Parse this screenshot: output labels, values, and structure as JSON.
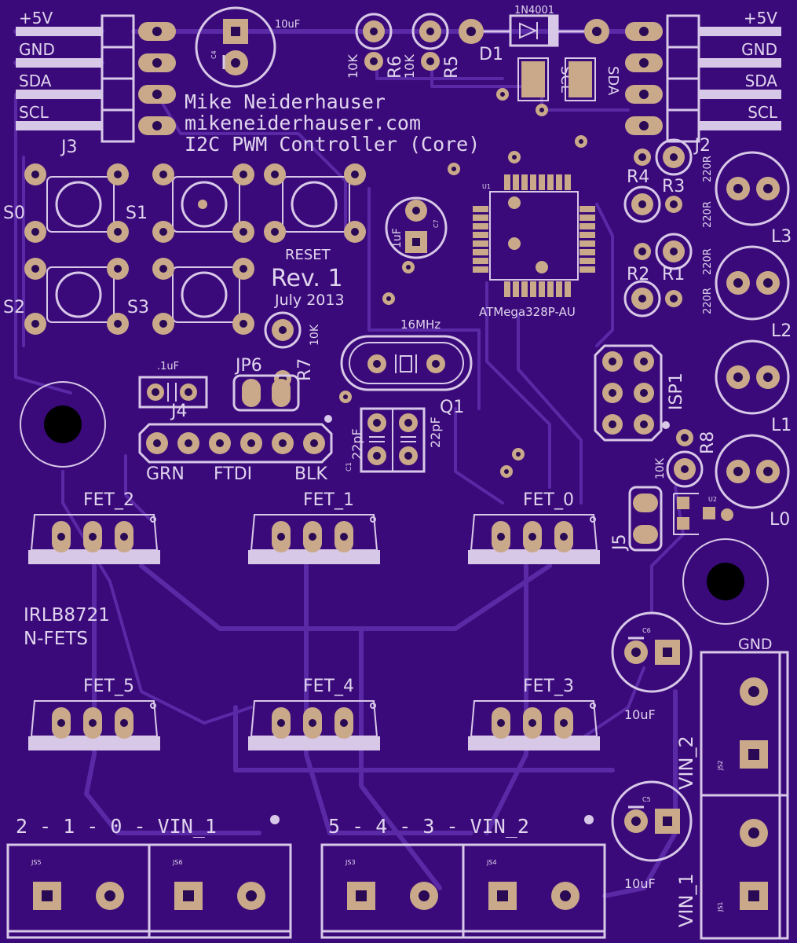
{
  "colors": {
    "board": "#3a0a7a",
    "silk": "#d8c8e8",
    "pad": "#c9a98a",
    "trace": "#5a2aa6"
  },
  "title": {
    "line1": "Mike Neiderhauser",
    "line2": "mikeneiderhauser.com",
    "line3": "I2C PWM Controller (Core)"
  },
  "revision": {
    "rev": "Rev. 1",
    "date": "July 2013"
  },
  "header_left": {
    "ref": "J3",
    "pins": [
      "+5V",
      "GND",
      "SDA",
      "SCL"
    ]
  },
  "header_right": {
    "ref": "J2",
    "pins": [
      "+5V",
      "GND",
      "SDA",
      "SCL"
    ]
  },
  "parts": {
    "c4": {
      "ref": "C4",
      "value": "10uF"
    },
    "c7": {
      "ref": "C7",
      "value": "1uF"
    },
    "c6": {
      "ref": "C6",
      "value": "10uF"
    },
    "c5": {
      "ref": "C5",
      "value": "10uF"
    },
    "c1c2": {
      "value_left": "22pF",
      "value_right": "22pF",
      "ref": "C1"
    },
    "j4": {
      "ref": "J4",
      "value": ".1uF"
    },
    "jp6": {
      "ref": "JP6"
    },
    "d1": {
      "ref": "D1",
      "value": "1N4001"
    },
    "r6": {
      "ref": "R6",
      "value": "10K"
    },
    "r5": {
      "ref": "R5",
      "value": "10K"
    },
    "r7": {
      "ref": "R7",
      "value": "10K"
    },
    "r8": {
      "ref": "R8",
      "value": "10K"
    },
    "r1": {
      "ref": "R1",
      "value": "220R"
    },
    "r2": {
      "ref": "R2",
      "value": "220R"
    },
    "r3": {
      "ref": "R3",
      "value": "220R"
    },
    "r4": {
      "ref": "R4",
      "value": "220R"
    },
    "u1": {
      "ref": "U1",
      "value": "ATMega328P-AU"
    },
    "u2": {
      "ref": "U2"
    },
    "q1": {
      "ref": "Q1",
      "value": "16MHz"
    },
    "isp": {
      "ref": "ISP1"
    },
    "j5": {
      "ref": "J5"
    },
    "scl_pad": "SCL",
    "sda_pad": "SDA"
  },
  "switches": [
    "S0",
    "S1",
    "S2",
    "S3",
    "RESET"
  ],
  "leds": [
    "L3",
    "L2",
    "L1",
    "L0"
  ],
  "ftdi": {
    "left": "GRN",
    "mid": "FTDI",
    "right": "BLK"
  },
  "fets": {
    "top": [
      "FET_2",
      "FET_1",
      "FET_0"
    ],
    "bottom": [
      "FET_5",
      "FET_4",
      "FET_3"
    ],
    "note1": "IRLB8721",
    "note2": "N-FETS"
  },
  "terminals": {
    "group1": "2 - 1 - 0 - VIN_1",
    "group2": "5 - 4 - 3 - VIN_2",
    "js5": "JS5",
    "js6": "JS6",
    "js3": "JS3",
    "js4": "JS4",
    "js2": "JS2",
    "js1": "JS1",
    "gnd": "GND",
    "vin2": "VIN_2",
    "vin1": "VIN_1"
  }
}
